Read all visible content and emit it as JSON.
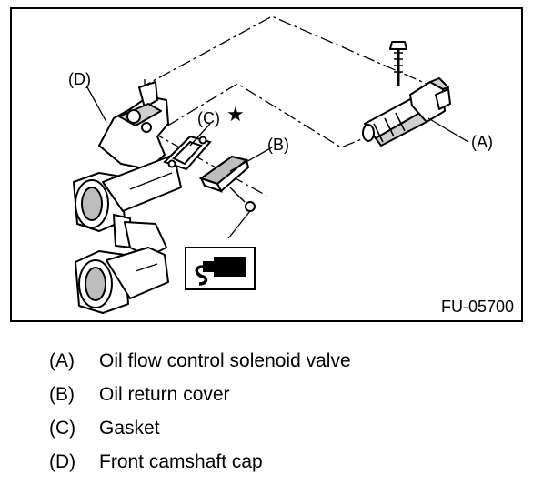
{
  "figure": {
    "code": "FU-05700",
    "callouts": {
      "a": "(A)",
      "b": "(B)",
      "c": "(C)",
      "d": "(D)"
    },
    "star_symbol": "★",
    "sealant_icon": "sealant-bottle-icon"
  },
  "legend": [
    {
      "letter": "(A)",
      "description": "Oil flow control solenoid valve"
    },
    {
      "letter": "(B)",
      "description": "Oil return cover"
    },
    {
      "letter": "(C)",
      "description": "Gasket"
    },
    {
      "letter": "(D)",
      "description": "Front camshaft cap"
    }
  ]
}
